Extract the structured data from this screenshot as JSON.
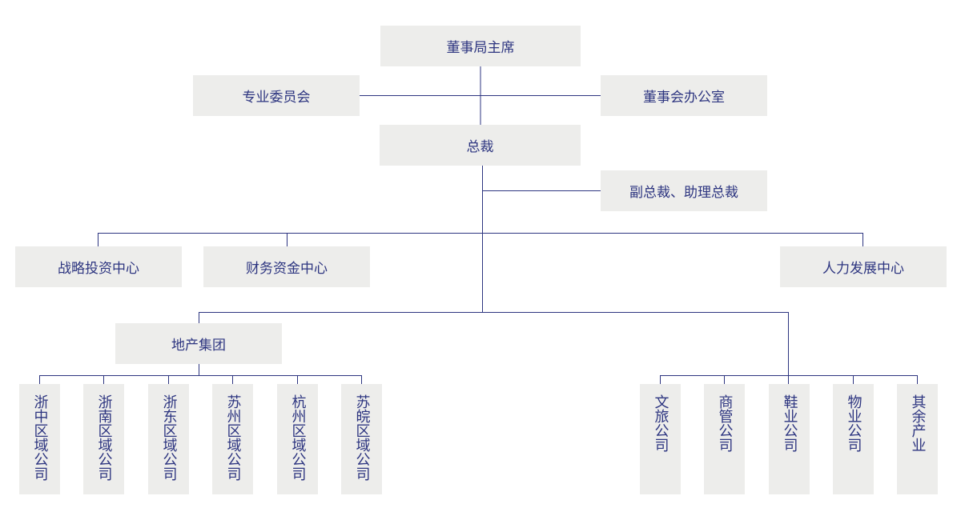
{
  "chart": {
    "chairman": "董事局主席",
    "committees": "专业委员会",
    "board_office": "董事会办公室",
    "president": "总裁",
    "vice_presidents": "副总裁、助理总裁",
    "centers": [
      "战略投资中心",
      "财务资金中心",
      "人力发展中心"
    ],
    "real_estate_group": "地产集团",
    "regional_companies": [
      "浙中区域公司",
      "浙南区域公司",
      "浙东区域公司",
      "苏州区域公司",
      "杭州区域公司",
      "苏皖区域公司"
    ],
    "business_companies": [
      "文旅公司",
      "商管公司",
      "鞋业公司",
      "物业公司",
      "其余产业"
    ]
  },
  "colors": {
    "box_fill": "#ededeb",
    "line": "#2d3580",
    "text": "#2d3580"
  }
}
